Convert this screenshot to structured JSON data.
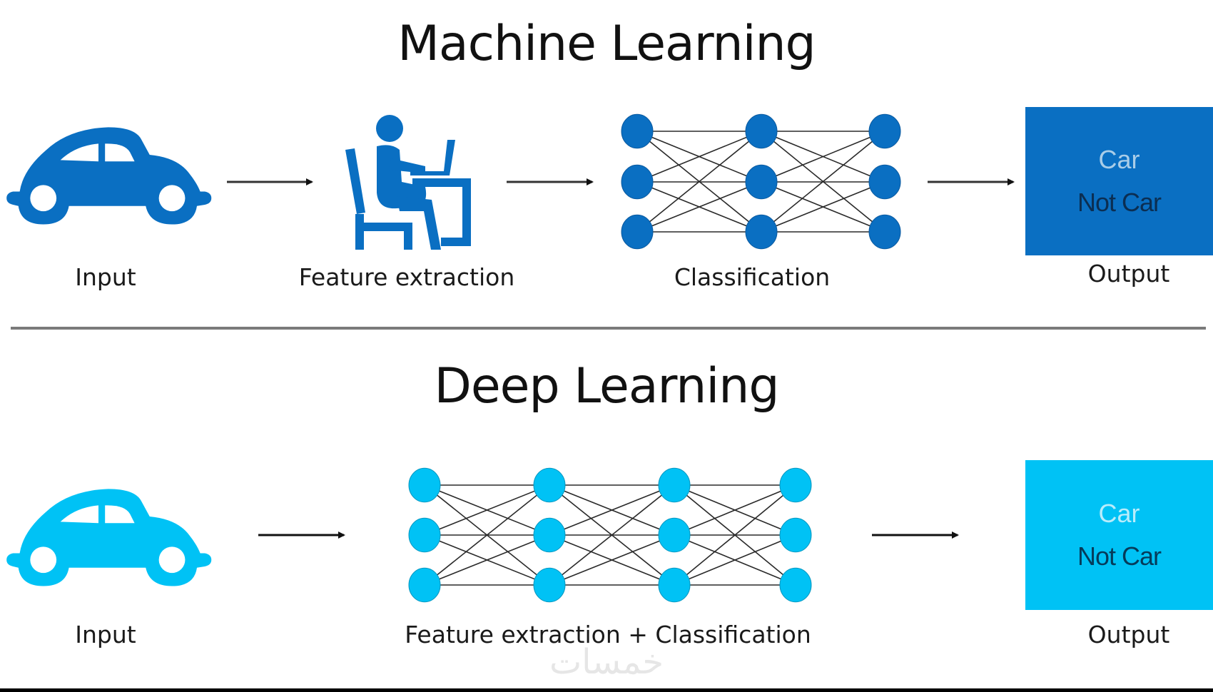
{
  "colors": {
    "ml_blue": "#0a6fc2",
    "dl_blue": "#00c2f5",
    "line": "#222222",
    "box_ml_line1": "#a9cde8",
    "box_ml_line2": "#0b2e52",
    "box_dl_line1": "#b8ecfb",
    "box_dl_line2": "#063b5a"
  },
  "machine_learning": {
    "title": "Machine Learning",
    "steps": [
      {
        "icon": "car-icon",
        "label": "Input"
      },
      {
        "icon": "person-at-laptop-icon",
        "label": "Feature extraction"
      },
      {
        "icon": "neural-network-icon",
        "label": "Classification",
        "layers": 3,
        "nodes_per_layer": 3
      },
      {
        "icon": "output-box",
        "label": "Output"
      }
    ],
    "output_box": {
      "line1": "Car",
      "line2": "Not Car"
    }
  },
  "deep_learning": {
    "title": "Deep Learning",
    "steps": [
      {
        "icon": "car-icon",
        "label": "Input"
      },
      {
        "icon": "neural-network-icon",
        "label": "Feature extraction + Classification",
        "layers": 4,
        "nodes_per_layer": 3
      },
      {
        "icon": "output-box",
        "label": "Output"
      }
    ],
    "output_box": {
      "line1": "Car",
      "line2": "Not Car"
    }
  },
  "watermark": "خمسات"
}
